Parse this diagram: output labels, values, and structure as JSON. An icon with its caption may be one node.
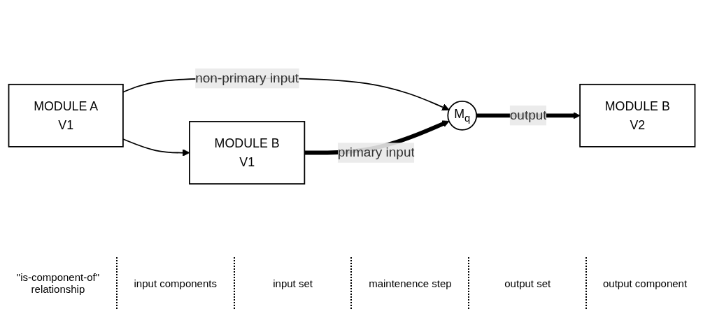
{
  "diagram": {
    "nodes": [
      {
        "text": [
          "MODULE A",
          "V1"
        ]
      },
      {
        "text": [
          "MODULE B",
          "V1"
        ]
      },
      {
        "text": [
          "M$_{q}$"
        ]
      },
      {
        "text": [
          "MODULE B",
          "V2"
        ]
      }
    ],
    "edges": [
      {
        "from": 0,
        "to": 1,
        "arrow": "to"
      },
      {
        "from": 0,
        "to": 2,
        "arrow": "to",
        "label": "non-primary input"
      },
      {
        "from": 1,
        "to": 2,
        "arrow": "to",
        "label": "primary input",
        "style": "thick"
      },
      {
        "from": 2,
        "to": 3,
        "arrow": "to",
        "label": "output",
        "style": "thick"
      }
    ],
    "labels": [
      "\"is-component-of\" relationship",
      "input components",
      "input set",
      "maintenence step",
      "output set",
      "output component"
    ]
  }
}
